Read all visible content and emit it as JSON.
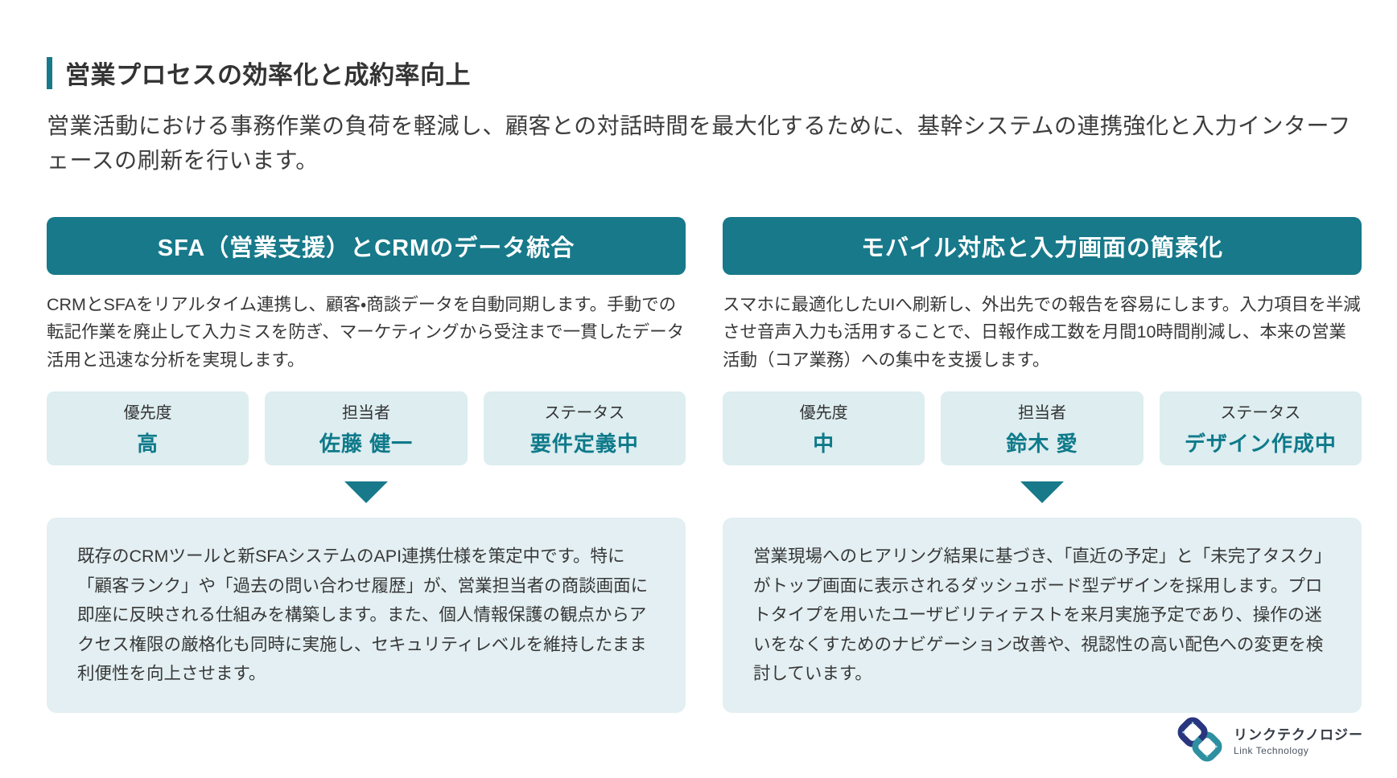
{
  "page": {
    "title": "営業プロセスの効率化と成約率向上",
    "intro": "営業活動における事務作業の負荷を軽減し、顧客との対話時間を最大化するために、基幹システムの連携強化と入力インターフェースの刷新を行います。"
  },
  "colors": {
    "accent_teal": "#17798a",
    "value_teal": "#0e7a8a",
    "badge_background": "#ddedf0",
    "detail_background": "#e3eff2",
    "text_dark": "#333333"
  },
  "cards": [
    {
      "header": "SFA（営業支援）とCRMのデータ統合",
      "body": "CRMとSFAをリアルタイム連携し、顧客・商談データを自動同期します。手動での転記作業を廃止して入力ミスを防ぎ、マーケティングから受注まで一貫したデータ活用と迅速な分析を実現します。",
      "badges": [
        {
          "label": "優先度",
          "value": "高"
        },
        {
          "label": "担当者",
          "value": "佐藤 健一"
        },
        {
          "label": "ステータス",
          "value": "要件定義中"
        }
      ],
      "detail": "既存のCRMツールと新SFAシステムのAPI連携仕様を策定中です。特に「顧客ランク」や「過去の問い合わせ履歴」が、営業担当者の商談画面に即座に反映される仕組みを構築します。また、個人情報保護の観点からアクセス権限の厳格化も同時に実施し、セキュリティレベルを維持したまま利便性を向上させます。"
    },
    {
      "header": "モバイル対応と入力画面の簡素化",
      "body": "スマホに最適化したUIへ刷新し、外出先での報告を容易にします。入力項目を半減させ音声入力も活用することで、日報作成工数を月間10時間削減し、本来の営業活動（コア業務）への集中を支援します。",
      "badges": [
        {
          "label": "優先度",
          "value": "中"
        },
        {
          "label": "担当者",
          "value": "鈴木 愛"
        },
        {
          "label": "ステータス",
          "value": "デザイン作成中"
        }
      ],
      "detail": "営業現場へのヒアリング結果に基づき、「直近の予定」と「未完了タスク」がトップ画面に表示されるダッシュボード型デザインを採用します。プロトタイプを用いたユーザビリティテストを来月実施予定であり、操作の迷いをなくすためのナビゲーション改善や、視認性の高い配色への変更を検討しています。"
    }
  ],
  "logo": {
    "company_name_ja": "リンクテクノロジー",
    "company_name_en": "Link Technology"
  }
}
